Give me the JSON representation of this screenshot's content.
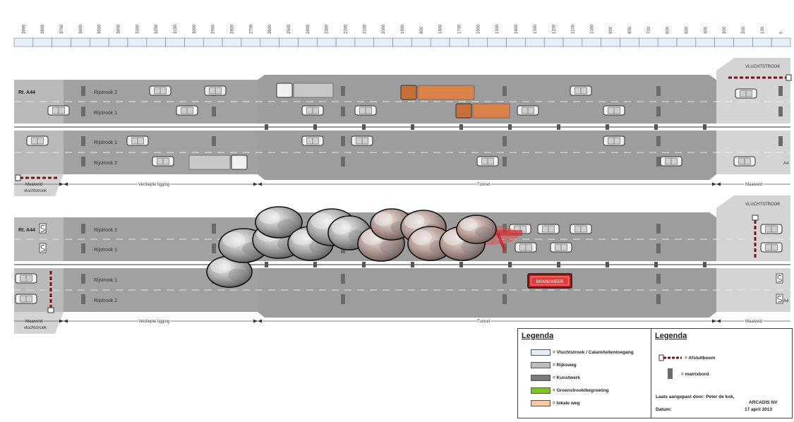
{
  "ruler": {
    "ticks": [
      "3900",
      "3800",
      "3700",
      "3600",
      "3500",
      "3400",
      "3300",
      "3200",
      "3150",
      "3000",
      "2900",
      "2800",
      "2700",
      "2600",
      "2500",
      "2400",
      "2300",
      "2200",
      "2100",
      "2000",
      "1900",
      "800",
      "1800",
      "1700",
      "1600",
      "1500",
      "1400",
      "1300",
      "1200",
      "1100",
      "1000",
      "900",
      "800",
      "700",
      "600",
      "500",
      "400",
      "300",
      "200",
      "100",
      "0"
    ]
  },
  "top": {
    "road_name": "Rt. A44",
    "lane2": "Rijstrook 2",
    "lane1": "Rijstrook 1",
    "lower_lane1": "Rijstrook 1",
    "lower_lane2": "Rijstrook 2",
    "emergency_lane": "VLUCHTSTROOK",
    "a4": "A4",
    "seg_maaiveld_left": "Maaiveld",
    "seg_vluchtstrook": "vluchtstrook",
    "seg_verdiepte": "Verdiepte ligging",
    "seg_tunnel": "Tunnel",
    "seg_maaiveld_right": "Maaiveld"
  },
  "bottom": {
    "road_name": "Rt. A44",
    "lane2": "Rijstrook 2",
    "lane1": "Rijstrook 1",
    "lower_lane1": "Rijstrook 1",
    "lower_lane2": "Rijstrook 2",
    "emergency_lane": "VLUCHTSTROOK",
    "a4": "A4",
    "fire_truck": "BRANDWEER",
    "seg_maaiveld_left": "Maaiveld",
    "seg_vluchtstrook": "vluchtstrook",
    "seg_verdiepte": "Verdiepte ligging",
    "seg_tunnel": "Tunnel",
    "seg_maaiveld_right": "Maaiveld"
  },
  "legend1": {
    "title": "Legenda",
    "items": [
      {
        "label": "= Vluchtstrook / Calamiteitentoegang",
        "color": "#e6eef8"
      },
      {
        "label": "= Rijksweg",
        "color": "#bdbdbd"
      },
      {
        "label": "= Kunstwerk",
        "color": "#7a7a7a"
      },
      {
        "label": "= Groenstrook/begroeiing",
        "color": "#7cc427"
      },
      {
        "label": "= lokale weg",
        "color": "#f7c9a0"
      }
    ]
  },
  "legend2": {
    "title": "Legenda",
    "barrier_label": "= Afsluitboom",
    "matrix_label": "= matrixbord",
    "modified_by_label": "Laats aangepast door: Peter de kok,",
    "company": "ARCADIS NV",
    "date_label": "Datum:",
    "date_value": "17 april 2013"
  },
  "colors": {
    "road": "#a9a9a9",
    "tunnel": "#9d9d9d",
    "shoulder": "#d9d9d9",
    "ruler_cell": "#e6eef8",
    "truck_orange": "#d9824a",
    "fire_red": "#c81414"
  }
}
